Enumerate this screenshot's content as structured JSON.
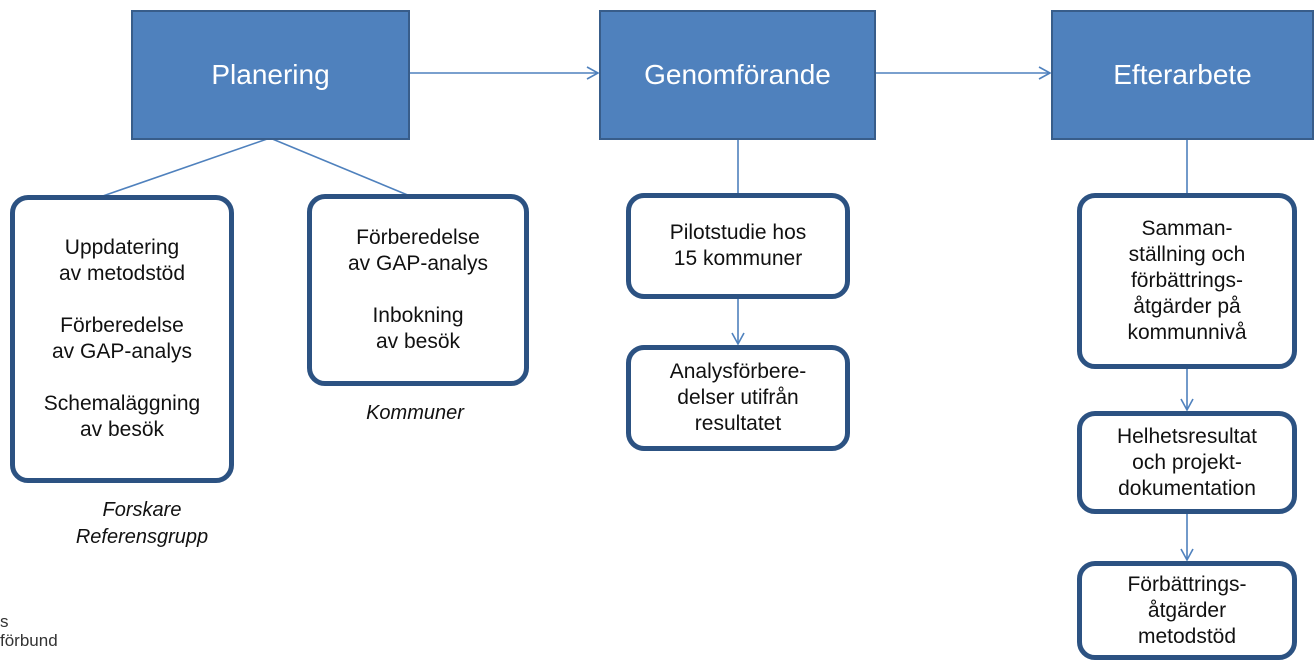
{
  "phases": [
    {
      "label": "Planering"
    },
    {
      "label": "Genomförande"
    },
    {
      "label": "Efterarbete"
    }
  ],
  "planering": {
    "box1": {
      "lines": [
        "Uppdatering",
        "av metodstöd",
        "",
        "Förberedelse",
        "av GAP-analys",
        "",
        "Schemaläggning",
        "av besök"
      ]
    },
    "box2": {
      "lines": [
        "Förberedelse",
        "av GAP-analys",
        "",
        "Inbokning",
        "av besök"
      ]
    },
    "caption1": [
      "Forskare",
      "Referensgrupp"
    ],
    "caption2": [
      "Kommuner"
    ]
  },
  "genomforande": {
    "box1": {
      "lines": [
        "Pilotstudie hos",
        "15 kommuner"
      ]
    },
    "box2": {
      "lines": [
        "Analysförbere-",
        "delser utifrån",
        "resultatet"
      ]
    }
  },
  "efterarbete": {
    "box1": {
      "lines": [
        "Samman-",
        "ställning och",
        "förbättrings-",
        "åtgärder på",
        "kommunnivå"
      ]
    },
    "box2": {
      "lines": [
        "Helhetsresultat",
        "och projekt-",
        "dokumentation"
      ]
    },
    "box3": {
      "lines": [
        "Förbättrings-",
        "åtgärder",
        "metodstöd"
      ]
    }
  },
  "logo": {
    "lines": [
      "s",
      "förbund"
    ]
  },
  "colors": {
    "phase_fill": "#4f81bd",
    "phase_border": "#385d8a",
    "box_border": "#2c5282",
    "connector": "#4f81bd"
  }
}
